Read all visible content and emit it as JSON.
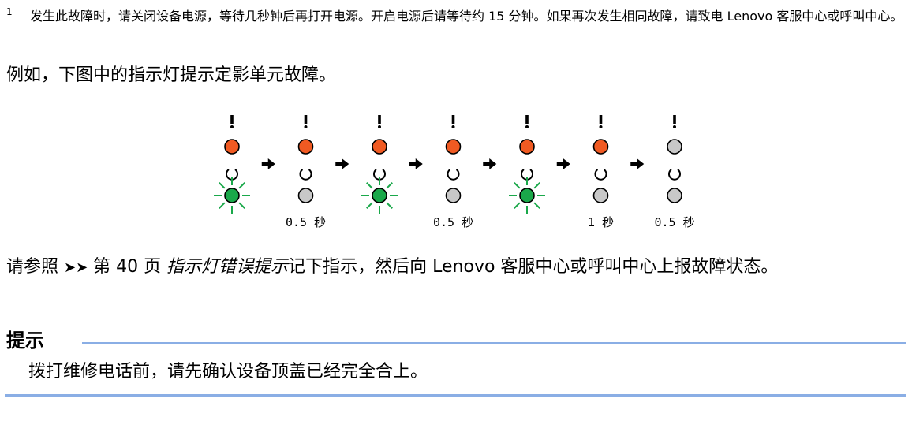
{
  "footnote": {
    "number": "1",
    "text": "发生此故障时，请关闭设备电源，等待几秒钟后再打开电源。开启电源后请等待约 15 分钟。如果再次发生相同故障，请致电 Lenovo 客服中心或呼叫中心。"
  },
  "intro": "例如，下图中的指示灯提示定影单元故障。",
  "diagram": {
    "colors": {
      "orange": "#f05a22",
      "green": "#1aa84a",
      "gray": "#c8c8c8",
      "outline": "#000000",
      "ray": "#1aa84a"
    },
    "steps": [
      {
        "error": "on",
        "ready": "on",
        "label": ""
      },
      {
        "error": "on",
        "ready": "off",
        "label": "0.5 秒"
      },
      {
        "error": "on",
        "ready": "on",
        "label": ""
      },
      {
        "error": "on",
        "ready": "off",
        "label": "0.5 秒"
      },
      {
        "error": "on",
        "ready": "on",
        "label": ""
      },
      {
        "error": "on",
        "ready": "off",
        "label": "1 秒"
      },
      {
        "error": "off",
        "ready": "off",
        "label": "0.5 秒"
      }
    ]
  },
  "reference": {
    "before": "请参照 ",
    "arrow_glyph": "➤➤",
    "page": " 第 40 页 ",
    "link": "指示灯错误提示",
    "after": "记下指示，然后向 Lenovo 客服中心或呼叫中心上报故障状态。"
  },
  "note": {
    "title": "提示",
    "body": "拨打维修电话前，请先确认设备顶盖已经完全合上。"
  }
}
